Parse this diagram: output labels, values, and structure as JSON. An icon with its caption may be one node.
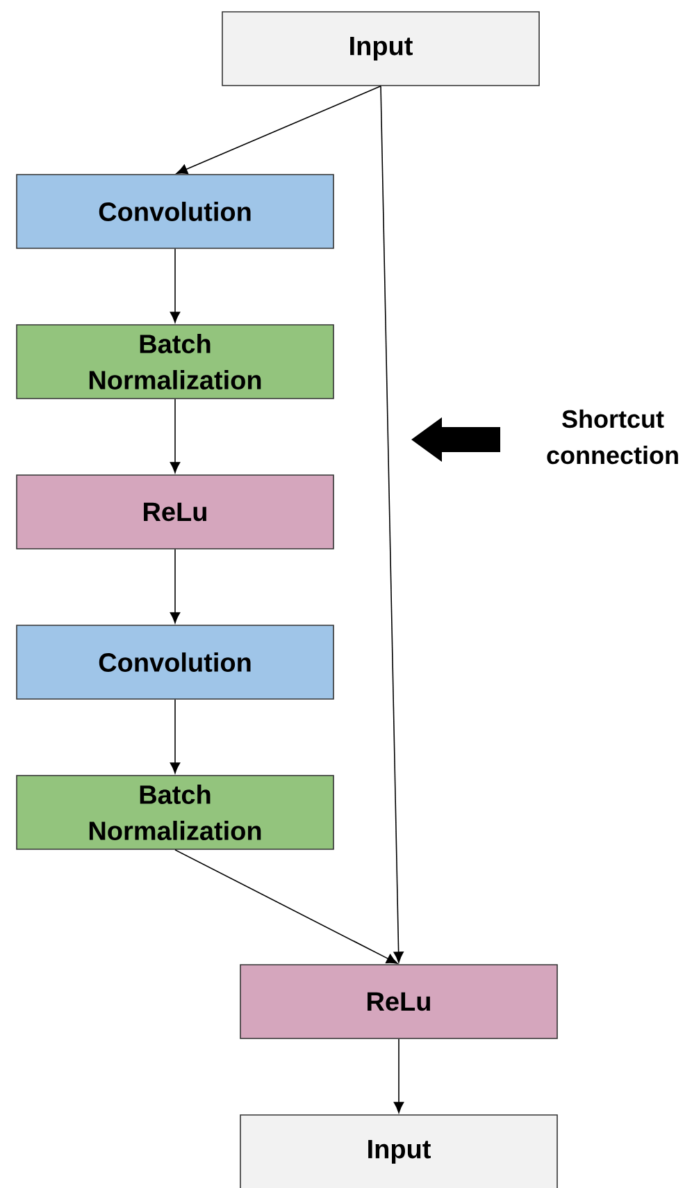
{
  "diagram": {
    "nodes": [
      {
        "text": [
          "Input"
        ]
      },
      {
        "text": [
          "Convolution"
        ]
      },
      {
        "text": [
          "Batch Normalization"
        ]
      },
      {
        "text": [
          "ReLu"
        ]
      },
      {
        "text": [
          "Convolution"
        ]
      },
      {
        "text": [
          "Batch Normalization"
        ]
      },
      {
        "text": [
          "ReLu"
        ]
      },
      {
        "text": [
          "Input"
        ]
      }
    ],
    "edges": [
      {
        "from": 0,
        "to": 1,
        "arrow": "to"
      },
      {
        "from": 1,
        "to": 2,
        "arrow": "to"
      },
      {
        "from": 2,
        "to": 3,
        "arrow": "to"
      },
      {
        "from": 3,
        "to": 4,
        "arrow": "to"
      },
      {
        "from": 4,
        "to": 5,
        "arrow": "to"
      },
      {
        "from": 5,
        "to": 6,
        "arrow": "to"
      },
      {
        "from": 0,
        "to": 6,
        "arrow": "to"
      },
      {
        "from": 6,
        "to": 7,
        "arrow": "to"
      }
    ],
    "labels": [
      "Shortcut connection"
    ]
  }
}
